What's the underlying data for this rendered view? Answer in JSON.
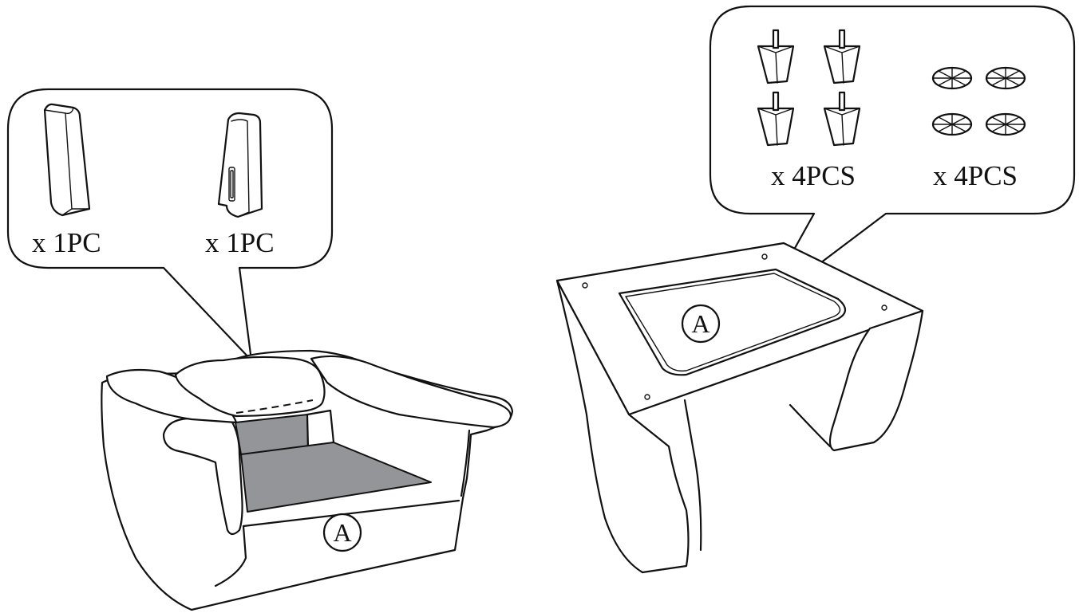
{
  "callout_left": {
    "left_part_qty": "x 1PC",
    "right_part_qty": "x 1PC"
  },
  "callout_right": {
    "legs_qty": "x 4PCS",
    "glides_qty": "x 4PCS"
  },
  "sofa": {
    "part_label": "A"
  },
  "base": {
    "part_label": "A"
  }
}
